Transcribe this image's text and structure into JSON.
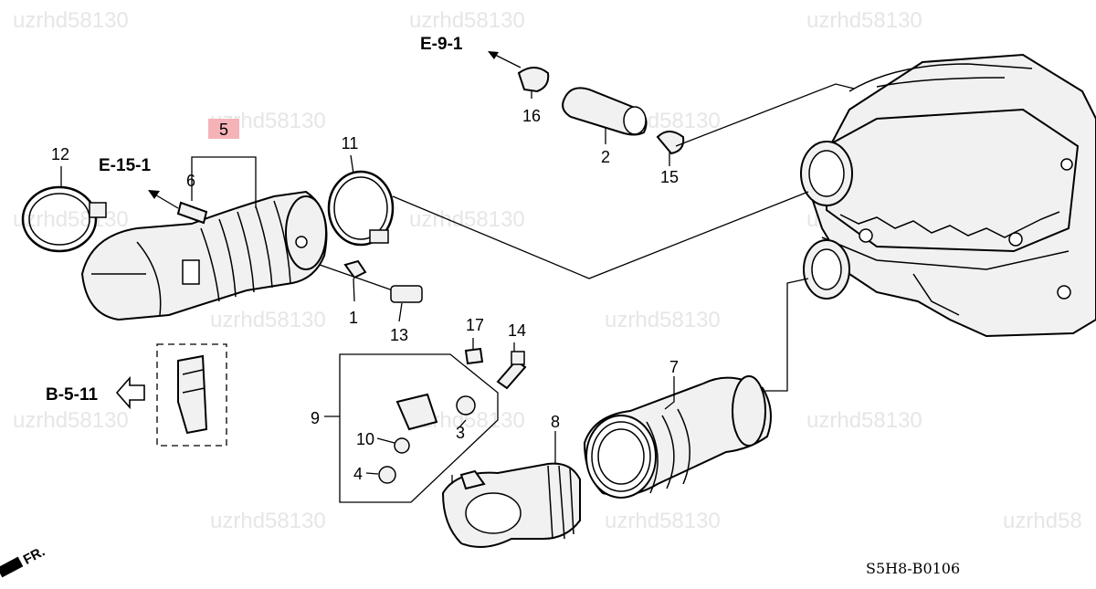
{
  "diagram_code": "S5H8-B0106",
  "highlight_color": "#f5b3b8",
  "front_marker": "FR.",
  "watermark": "uzrhd58130",
  "watermark_partial": "uzrhd58",
  "references": {
    "e91": "E-9-1",
    "e151": "E-15-1",
    "b511": "B-5-11"
  },
  "parts": [
    {
      "id": "p1",
      "number": "1"
    },
    {
      "id": "p2",
      "number": "2"
    },
    {
      "id": "p3",
      "number": "3"
    },
    {
      "id": "p4",
      "number": "4"
    },
    {
      "id": "p5",
      "number": "5",
      "highlighted": true
    },
    {
      "id": "p6",
      "number": "6"
    },
    {
      "id": "p7",
      "number": "7"
    },
    {
      "id": "p8",
      "number": "8"
    },
    {
      "id": "p9",
      "number": "9"
    },
    {
      "id": "p10",
      "number": "10"
    },
    {
      "id": "p11",
      "number": "11"
    },
    {
      "id": "p12",
      "number": "12"
    },
    {
      "id": "p13",
      "number": "13"
    },
    {
      "id": "p14",
      "number": "14"
    },
    {
      "id": "p15",
      "number": "15"
    },
    {
      "id": "p16",
      "number": "16"
    },
    {
      "id": "p17",
      "number": "17"
    }
  ]
}
